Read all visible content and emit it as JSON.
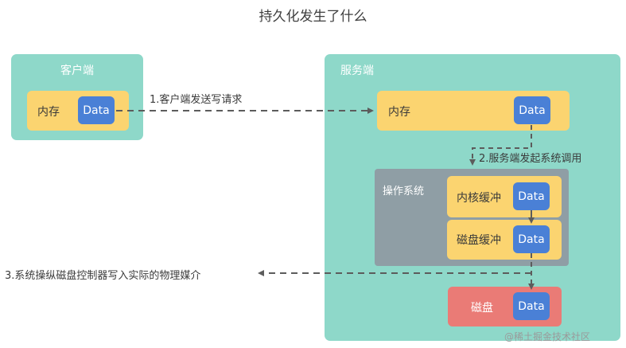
{
  "title": "持久化发生了什么",
  "client": {
    "label": "客户端",
    "memory_label": "内存",
    "data_label": "Data"
  },
  "server": {
    "label": "服务端",
    "memory_label": "内存",
    "memory_data_label": "Data",
    "os": {
      "label": "操作系统",
      "kernel_buffer_label": "内核缓冲",
      "kernel_buffer_data": "Data",
      "disk_buffer_label": "磁盘缓冲",
      "disk_buffer_data": "Data"
    },
    "disk": {
      "label": "磁盘",
      "data_label": "Data"
    }
  },
  "steps": {
    "step1": "1.客户端发送写请求",
    "step2": "2.服务端发起系统调用",
    "step3": "3.系统操纵磁盘控制器写入实际的物理媒介"
  },
  "watermark": "@稀土掘金技术社区",
  "colors": {
    "panel": "#8ed8c9",
    "memory": "#fbd470",
    "data": "#4a80d6",
    "os": "#8f9ea5",
    "disk": "#ea7b76",
    "arrow": "#5c5c5c"
  }
}
